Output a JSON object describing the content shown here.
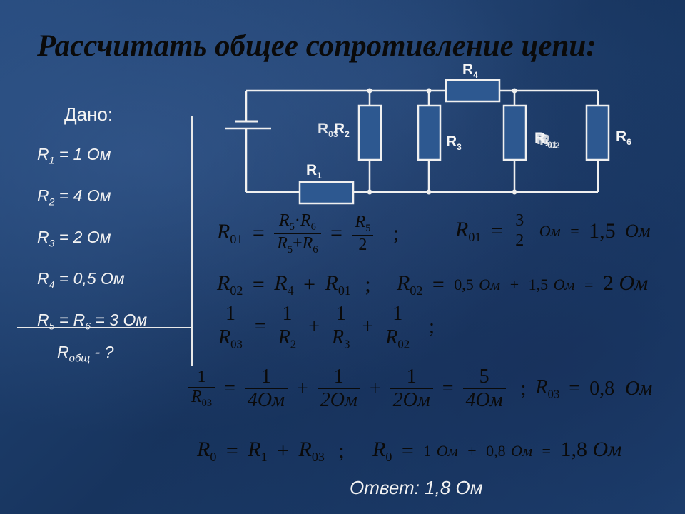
{
  "slide": {
    "title": "Рассчитать общее сопротивление цепи:",
    "given_title": "Дано:",
    "given": [
      {
        "sym": "R",
        "sub": "1",
        "rest": " = 1 Ом"
      },
      {
        "sym": "R",
        "sub": "2",
        "rest": " = 4 Ом"
      },
      {
        "sym": "R",
        "sub": "3",
        "rest": " = 2 Ом"
      },
      {
        "sym": "R",
        "sub": "4",
        "rest": " = 0,5 Ом"
      },
      {
        "sym": "R",
        "sub": "5",
        "rest": " = R",
        "sub2": "6",
        "rest2": " = 3 Ом"
      }
    ],
    "find": {
      "sym": "R",
      "sub": "общ",
      "rest": " - ?"
    },
    "answer": "Ответ: 1,8 Ом"
  },
  "circuit": {
    "labels": {
      "r1": "R",
      "r1_sub": "1",
      "r2": "R",
      "r2_sub": "2",
      "r3": "R",
      "r3_sub": "3",
      "r4": "R",
      "r4_sub": "4",
      "r5": "R",
      "r5_sub": "5",
      "r6": "R",
      "r6_sub": "6",
      "r01": "R",
      "r01_sub": "01",
      "r02": "R",
      "r02_sub": "02",
      "r03": "R",
      "r03_sub": "03"
    }
  },
  "formulas": {
    "f1": {
      "lhs_sym": "R",
      "lhs_sub": "01",
      "eq": "=",
      "n1": "R",
      "n1s": "5",
      "dot": "·",
      "n2": "R",
      "n2s": "6",
      "d1": "R",
      "d1s": "5",
      "plus": "+",
      "d2": "R",
      "d2s": "6",
      "eq2": "=",
      "n3": "R",
      "n3s": "5",
      "d3": "2",
      "semi": ";"
    },
    "f2": {
      "lhs_sym": "R",
      "lhs_sub": "01",
      "eq": "=",
      "num": "3",
      "den": "2",
      "unit": "Ом",
      "eq2": "=",
      "val": "1,5",
      "unit2": "Ом"
    },
    "f3": {
      "lhs_sym": "R",
      "lhs_sub": "02",
      "eq": "=",
      "t1": "R",
      "t1s": "4",
      "plus": "+",
      "t2": "R",
      "t2s": "01",
      "semi": ";"
    },
    "f4": {
      "lhs_sym": "R",
      "lhs_sub": "02",
      "eq": "=",
      "v1": "0,5",
      "u1": "Ом",
      "plus": "+",
      "v2": "1,5",
      "u2": "Ом",
      "eq2": "=",
      "v3": "2",
      "u3": "Ом"
    },
    "f5": {
      "one": "1",
      "lhs_sym": "R",
      "lhs_sub": "03",
      "eq": "=",
      "a": "R",
      "as": "2",
      "b": "R",
      "bs": "3",
      "c": "R",
      "cs": "02",
      "plus": "+",
      "semi": ";"
    },
    "f6": {
      "one": "1",
      "lhs_sym": "R",
      "lhs_sub": "03",
      "eq": "=",
      "d1": "4Ом",
      "d2": "2Ом",
      "d3": "2Ом",
      "n4": "5",
      "d4": "4Ом",
      "plus": "+",
      "semi": ";",
      "r_sym": "R",
      "r_sub": "03",
      "eq2": "=",
      "val": "0,8",
      "unit": "Ом"
    },
    "f7": {
      "lhs_sym": "R",
      "lhs_sub": "0",
      "eq": "=",
      "t1": "R",
      "t1s": "1",
      "plus": "+",
      "t2": "R",
      "t2s": "03",
      "semi": ";"
    },
    "f8": {
      "lhs_sym": "R",
      "lhs_sub": "0",
      "eq": "=",
      "v1": "1",
      "u1": "Ом",
      "plus": "+",
      "v2": "0,8",
      "u2": "Ом",
      "eq2": "=",
      "v3": "1,8",
      "u3": "Ом"
    }
  }
}
